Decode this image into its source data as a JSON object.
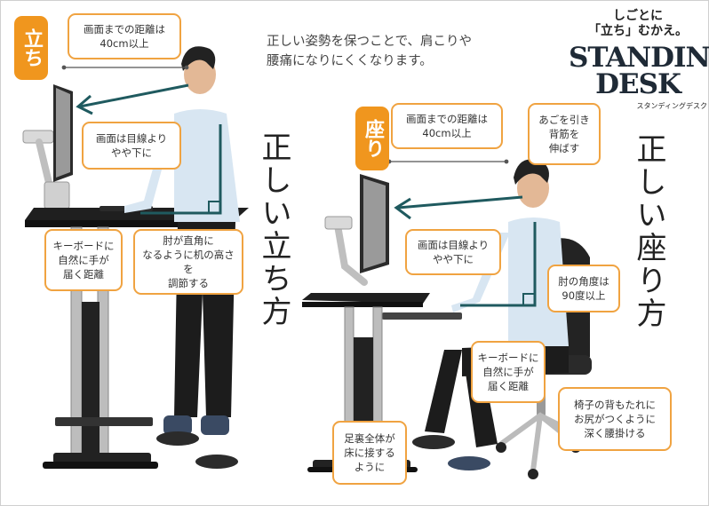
{
  "intro_text": "正しい姿勢を保つことで、肩こりや\n腰痛になりにくくなります。",
  "brand": {
    "tagline": "しごとに\n「立ち」むかえ。",
    "title": "STANDING\nDESK",
    "subtitle": "スタンディングデスク"
  },
  "standing": {
    "badge": "立ち",
    "heading": "正しい立ち方",
    "callouts": {
      "screen_distance": "画面までの距離は\n40cm以上",
      "eye_level": "画面は目線より\nやや下に",
      "keyboard_reach": "キーボードに\n自然に手が\n届く距離",
      "elbow_right_angle": "肘が直角に\nなるように机の高さを\n調節する"
    }
  },
  "sitting": {
    "badge": "座り",
    "heading": "正しい座り方",
    "callouts": {
      "screen_distance": "画面までの距離は\n40cm以上",
      "posture": "あごを引き\n背筋を\n伸ばす",
      "eye_level": "画面は目線より\nやや下に",
      "elbow_angle": "肘の角度は\n90度以上",
      "keyboard_reach": "キーボードに\n自然に手が\n届く距離",
      "feet_floor": "足裏全体が\n床に接する\nように",
      "chair_back": "椅子の背もたれに\nお尻がつくように\n深く腰掛ける"
    }
  },
  "colors": {
    "accent": "#f0961e",
    "guide_line": "#1f5a5f",
    "callout_border": "#f0a341"
  }
}
